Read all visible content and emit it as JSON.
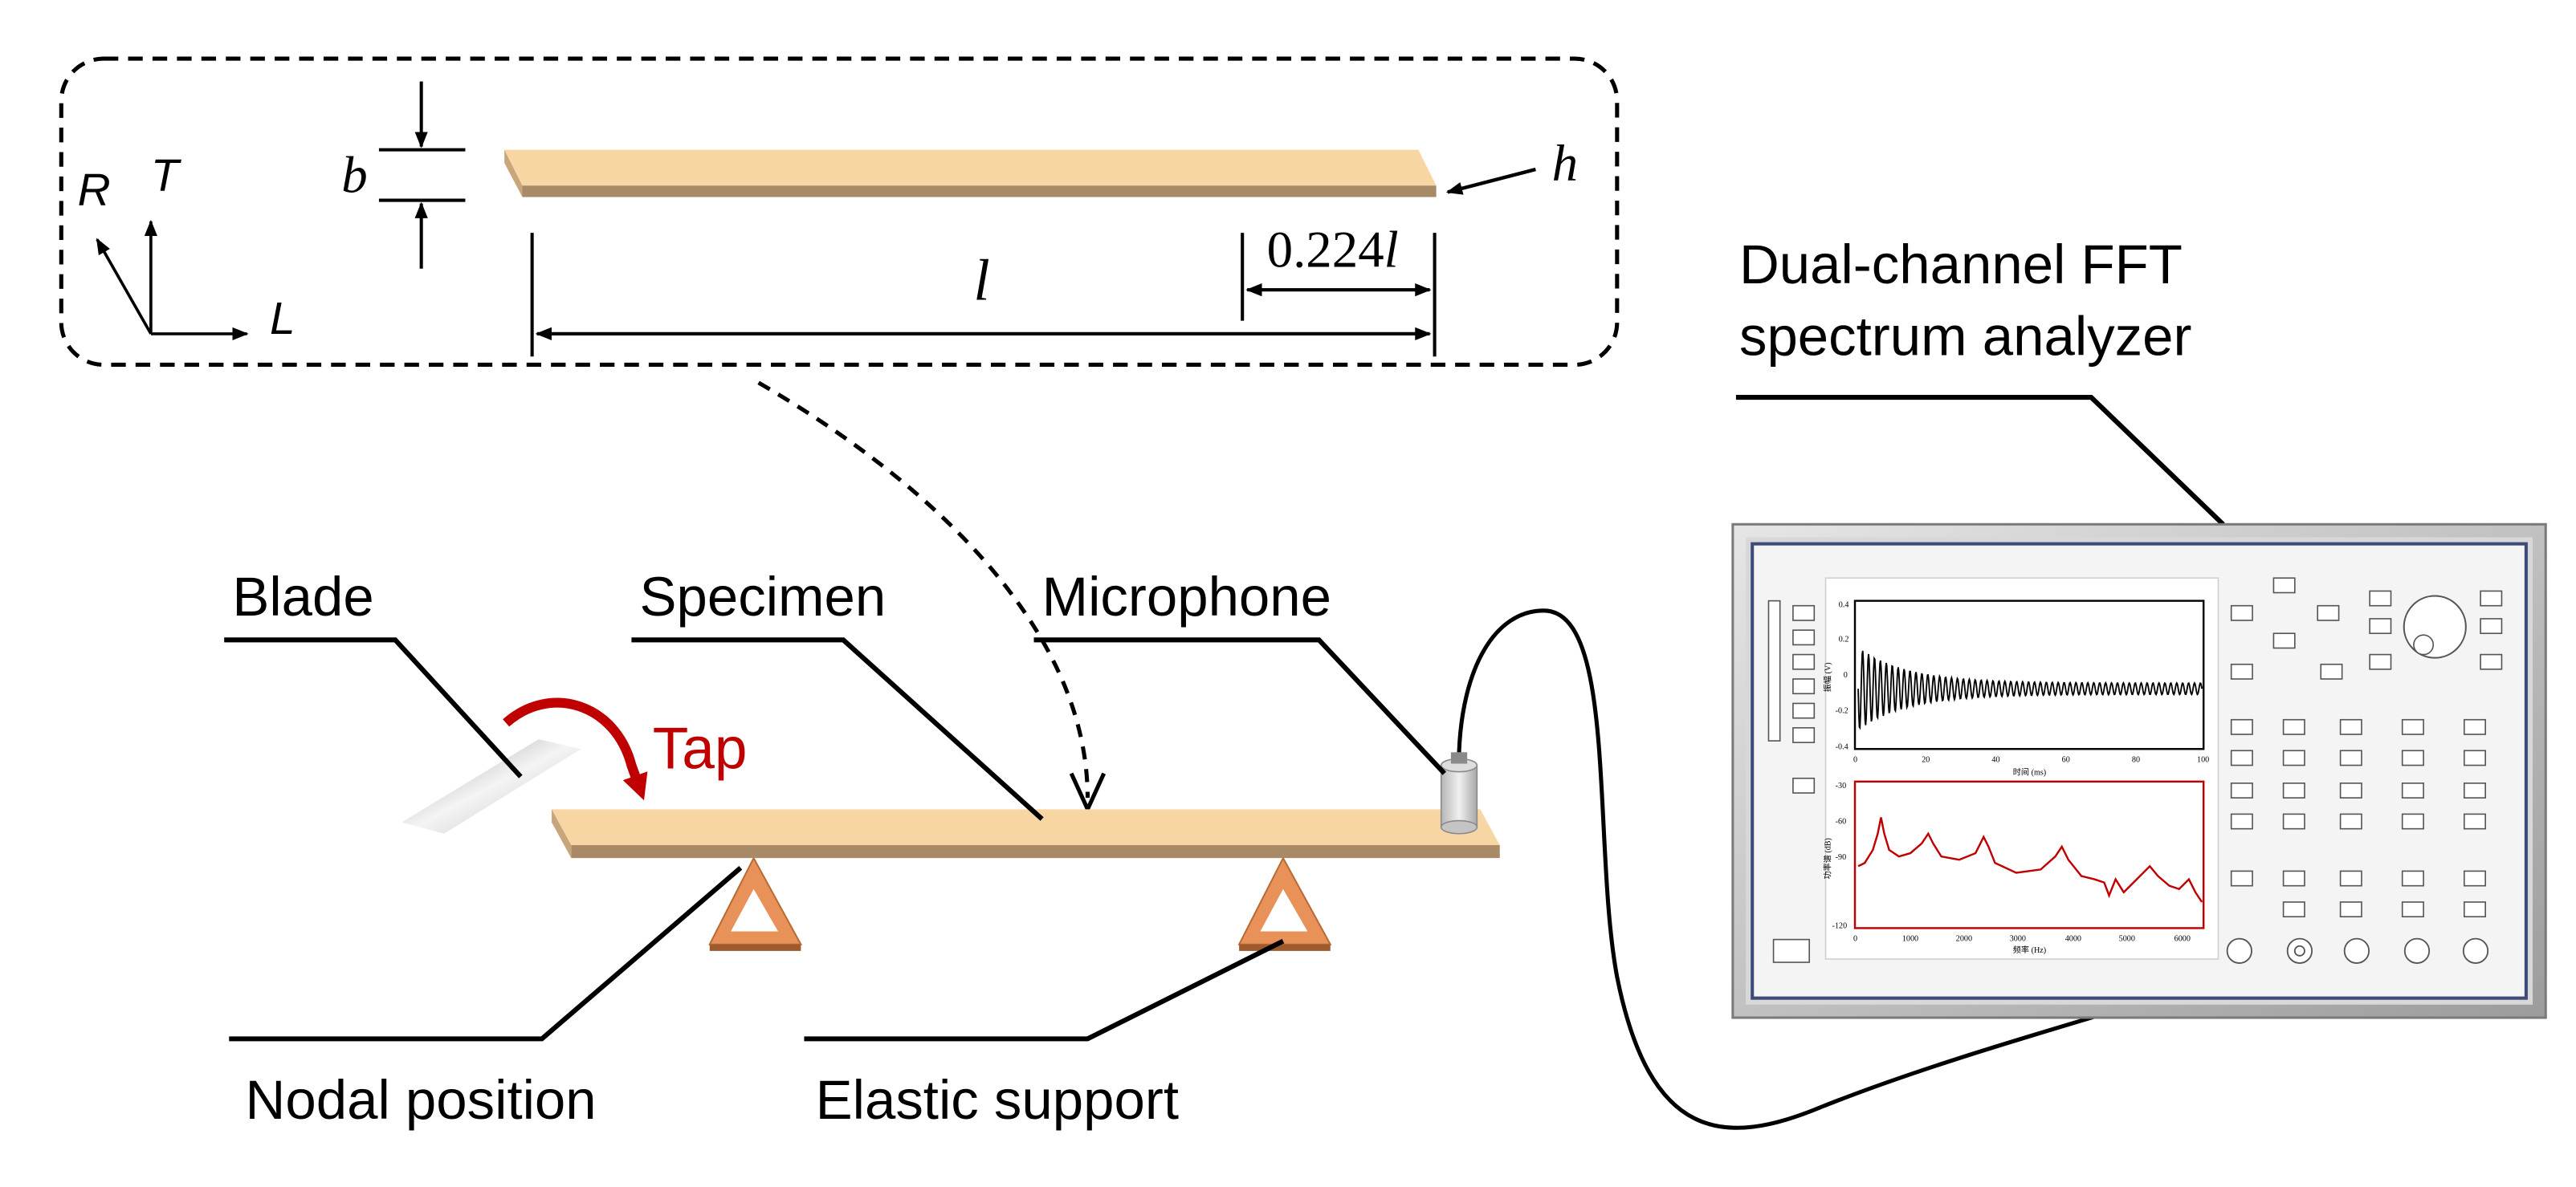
{
  "inset": {
    "axes": {
      "r": "R",
      "t": "T",
      "l": "L"
    },
    "dim_b": "b",
    "dim_h": "h",
    "dim_l": "l",
    "dim_node_prefix": "0.224",
    "dim_node_suffix": "l"
  },
  "labels": {
    "blade": "Blade",
    "specimen": "Specimen",
    "microphone": "Microphone",
    "tap": "Tap",
    "nodal_position": "Nodal position",
    "elastic_support": "Elastic support",
    "analyzer_line1": "Dual-channel FFT",
    "analyzer_line2": "spectrum analyzer"
  },
  "analyzer_screen": {
    "top_plot": {
      "xlabel": "时间 (ms)",
      "ylabel": "振幅 (V)",
      "xticks": [
        "0",
        "20",
        "40",
        "60",
        "80",
        "100"
      ],
      "yticks": [
        "0.4",
        "0.2",
        "0",
        "-0.2",
        "-0.4"
      ]
    },
    "bottom_plot": {
      "xlabel": "频率 (Hz)",
      "ylabel": "功率谱 (dB)",
      "xticks": [
        "0",
        "1000",
        "2000",
        "3000",
        "4000",
        "5000",
        "6000"
      ],
      "yticks": [
        "-30",
        "-60",
        "-90",
        "-120"
      ]
    }
  },
  "colors": {
    "wood": "#f7d6a4",
    "wood_edge": "#a88a66",
    "support": "#e8925a",
    "tap_arrow": "#c00000",
    "spectrum_line": "#c00000",
    "analyzer_frame": "#c8c8c8"
  }
}
